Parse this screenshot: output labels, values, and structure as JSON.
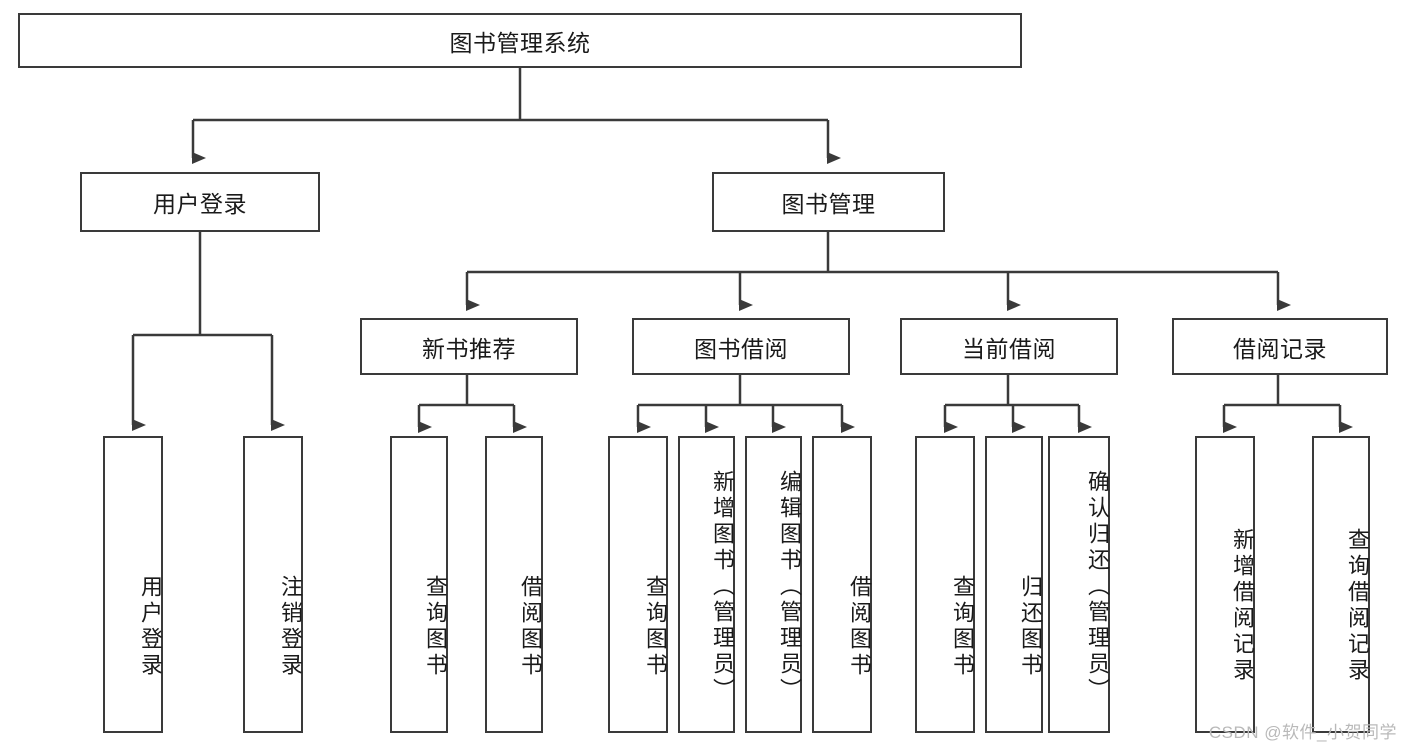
{
  "diagram": {
    "type": "tree-hierarchy",
    "root": {
      "id": "root",
      "label": "图书管理系统"
    },
    "level2": [
      {
        "id": "user-login",
        "label": "用户登录"
      },
      {
        "id": "book-management",
        "label": "图书管理"
      }
    ],
    "level3": [
      {
        "id": "new-book-recommend",
        "label": "新书推荐"
      },
      {
        "id": "book-borrow",
        "label": "图书借阅"
      },
      {
        "id": "current-borrow",
        "label": "当前借阅"
      },
      {
        "id": "borrow-record",
        "label": "借阅记录"
      }
    ],
    "leaves": [
      {
        "id": "leaf-user-login",
        "label": "用户登录",
        "parent": "user-login"
      },
      {
        "id": "leaf-user-logout",
        "label": "注销登录",
        "parent": "user-login"
      },
      {
        "id": "leaf-query-book-1",
        "label": "查询图书",
        "parent": "new-book-recommend"
      },
      {
        "id": "leaf-borrow-book-1",
        "label": "借阅图书",
        "parent": "new-book-recommend"
      },
      {
        "id": "leaf-query-book-2",
        "label": "查询图书",
        "parent": "book-borrow"
      },
      {
        "id": "leaf-add-book",
        "label": "新增图书（管理员）",
        "parent": "book-borrow"
      },
      {
        "id": "leaf-edit-book",
        "label": "编辑图书（管理员）",
        "parent": "book-borrow"
      },
      {
        "id": "leaf-borrow-book-2",
        "label": "借阅图书",
        "parent": "book-borrow"
      },
      {
        "id": "leaf-query-book-3",
        "label": "查询图书",
        "parent": "current-borrow"
      },
      {
        "id": "leaf-return-book",
        "label": "归还图书",
        "parent": "current-borrow"
      },
      {
        "id": "leaf-confirm-return",
        "label": "确认归还（管理员）",
        "parent": "current-borrow"
      },
      {
        "id": "leaf-add-record",
        "label": "新增借阅记录",
        "parent": "borrow-record"
      },
      {
        "id": "leaf-query-record",
        "label": "查询借阅记录",
        "parent": "borrow-record"
      }
    ]
  },
  "watermark": {
    "text": "CSDN @软件_小贺同学"
  },
  "colors": {
    "stroke": "#3a3a3a",
    "background": "#ffffff",
    "text": "#1a1a1a",
    "watermark": "#b9b9b9"
  }
}
